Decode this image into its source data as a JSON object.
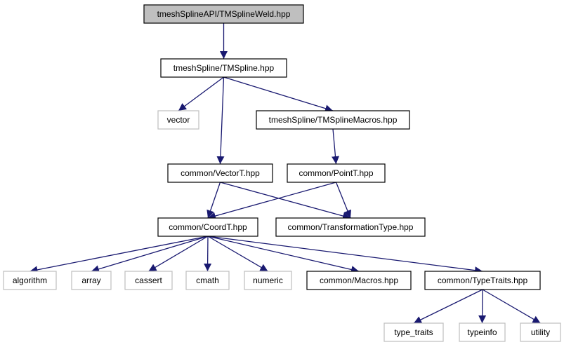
{
  "colors": {
    "edge": "#191970",
    "root_fill": "#bfbfbf",
    "border_project": "#000000",
    "border_system": "#bfbfbf",
    "fill": "#ffffff"
  },
  "nodes": [
    {
      "id": "root",
      "name": "node-tmsplineweld",
      "label": "tmeshSplineAPI/TMSplineWeld.hpp",
      "kind": "root"
    },
    {
      "id": "tmspline",
      "name": "node-tmspline",
      "label": "tmeshSpline/TMSpline.hpp",
      "kind": "project"
    },
    {
      "id": "vector",
      "name": "node-vector",
      "label": "vector",
      "kind": "system"
    },
    {
      "id": "macros_tm",
      "name": "node-tmsplinemacros",
      "label": "tmeshSpline/TMSplineMacros.hpp",
      "kind": "project"
    },
    {
      "id": "vectort",
      "name": "node-vectort",
      "label": "common/VectorT.hpp",
      "kind": "project"
    },
    {
      "id": "pointt",
      "name": "node-pointt",
      "label": "common/PointT.hpp",
      "kind": "project"
    },
    {
      "id": "coordt",
      "name": "node-coordt",
      "label": "common/CoordT.hpp",
      "kind": "project"
    },
    {
      "id": "transtype",
      "name": "node-transformationtype",
      "label": "common/TransformationType.hpp",
      "kind": "project"
    },
    {
      "id": "algorithm",
      "name": "node-algorithm",
      "label": "algorithm",
      "kind": "system"
    },
    {
      "id": "array",
      "name": "node-array",
      "label": "array",
      "kind": "system"
    },
    {
      "id": "cassert",
      "name": "node-cassert",
      "label": "cassert",
      "kind": "system"
    },
    {
      "id": "cmath",
      "name": "node-cmath",
      "label": "cmath",
      "kind": "system"
    },
    {
      "id": "numeric",
      "name": "node-numeric",
      "label": "numeric",
      "kind": "system"
    },
    {
      "id": "macros_common",
      "name": "node-common-macros",
      "label": "common/Macros.hpp",
      "kind": "project"
    },
    {
      "id": "typetraits",
      "name": "node-typetraits",
      "label": "common/TypeTraits.hpp",
      "kind": "project"
    },
    {
      "id": "type_traits",
      "name": "node-type-traits",
      "label": "type_traits",
      "kind": "system"
    },
    {
      "id": "typeinfo",
      "name": "node-typeinfo",
      "label": "typeinfo",
      "kind": "system"
    },
    {
      "id": "utility",
      "name": "node-utility",
      "label": "utility",
      "kind": "system"
    }
  ],
  "edges": [
    {
      "from": "root",
      "to": "tmspline"
    },
    {
      "from": "tmspline",
      "to": "vector"
    },
    {
      "from": "tmspline",
      "to": "macros_tm"
    },
    {
      "from": "tmspline",
      "to": "vectort"
    },
    {
      "from": "macros_tm",
      "to": "pointt"
    },
    {
      "from": "vectort",
      "to": "coordt"
    },
    {
      "from": "vectort",
      "to": "transtype"
    },
    {
      "from": "pointt",
      "to": "coordt"
    },
    {
      "from": "pointt",
      "to": "transtype"
    },
    {
      "from": "coordt",
      "to": "algorithm"
    },
    {
      "from": "coordt",
      "to": "array"
    },
    {
      "from": "coordt",
      "to": "cassert"
    },
    {
      "from": "coordt",
      "to": "cmath"
    },
    {
      "from": "coordt",
      "to": "numeric"
    },
    {
      "from": "coordt",
      "to": "macros_common"
    },
    {
      "from": "coordt",
      "to": "typetraits"
    },
    {
      "from": "typetraits",
      "to": "type_traits"
    },
    {
      "from": "typetraits",
      "to": "typeinfo"
    },
    {
      "from": "typetraits",
      "to": "utility"
    }
  ]
}
